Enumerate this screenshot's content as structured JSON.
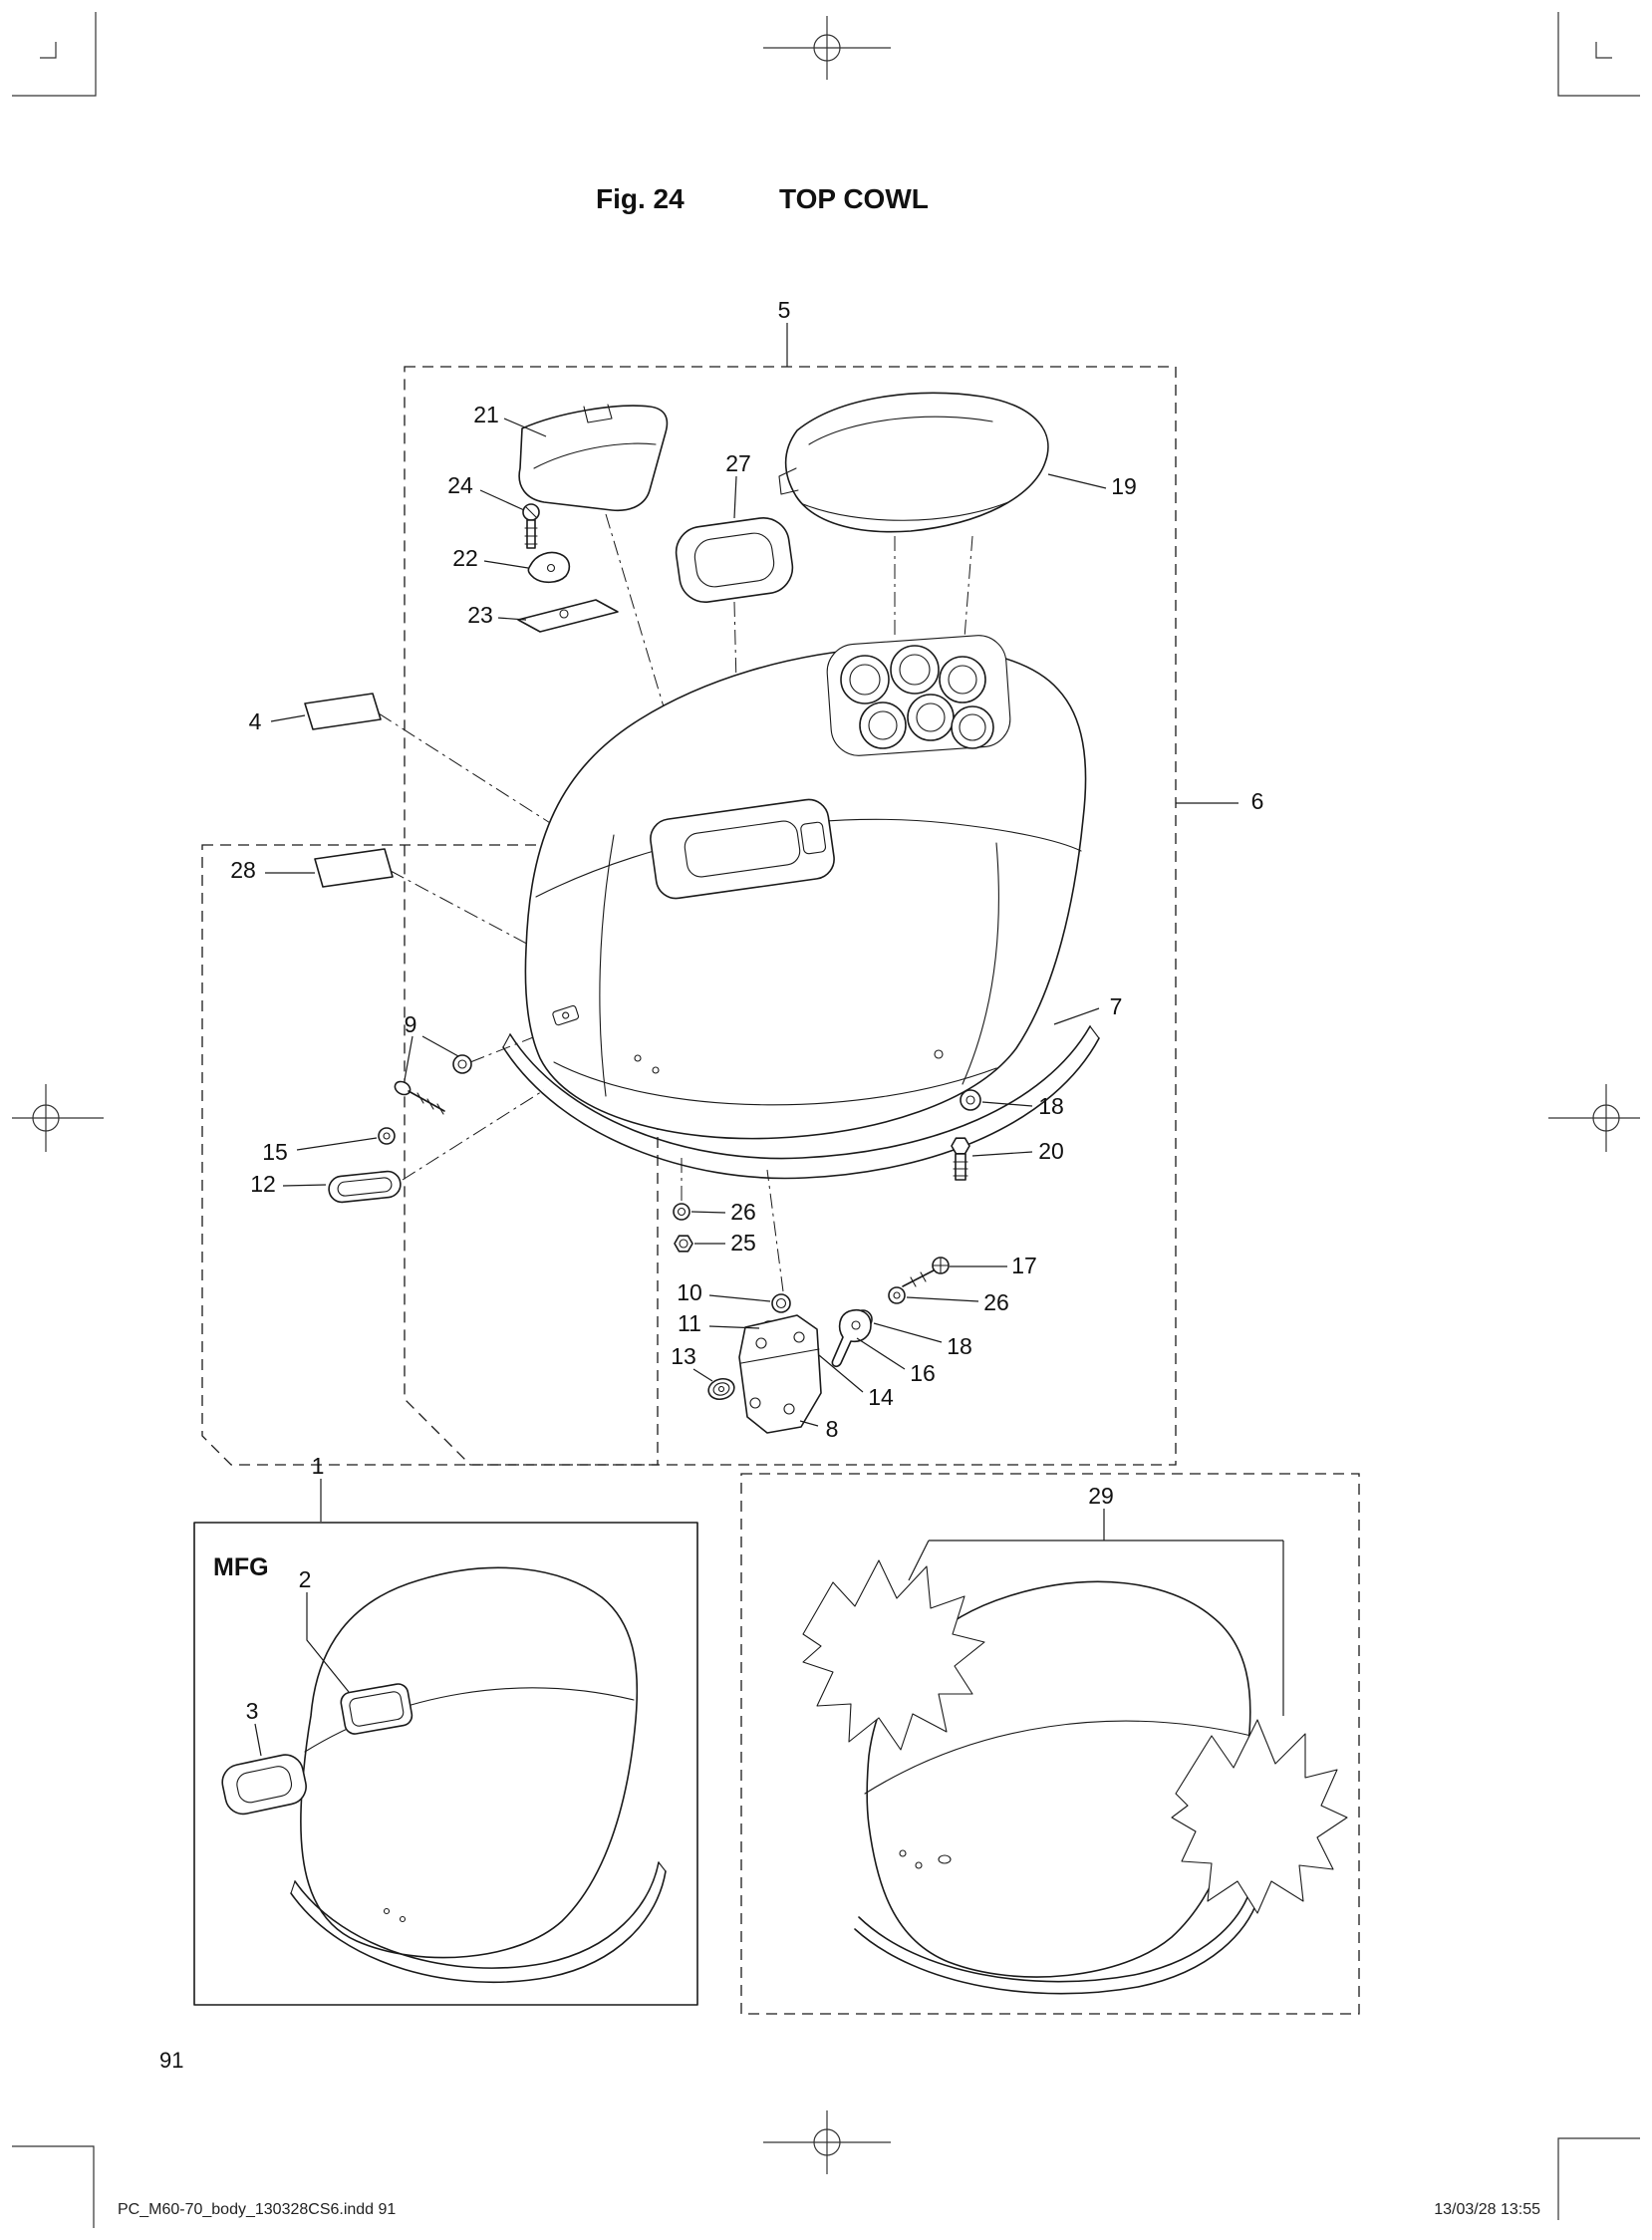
{
  "page": {
    "figure_label": "Fig. 24",
    "figure_title": "TOP COWL",
    "page_number": "91",
    "footer_left": "PC_M60-70_body_130328CS6.indd   91",
    "footer_right": "13/03/28   13:55",
    "inset_label": "MFG"
  },
  "colors": {
    "ink": "#1a1a1a",
    "paper": "#ffffff"
  },
  "callouts": [
    {
      "id": "5",
      "label": "5"
    },
    {
      "id": "21",
      "label": "21"
    },
    {
      "id": "24",
      "label": "24"
    },
    {
      "id": "27",
      "label": "27"
    },
    {
      "id": "19",
      "label": "19"
    },
    {
      "id": "22",
      "label": "22"
    },
    {
      "id": "23",
      "label": "23"
    },
    {
      "id": "4",
      "label": "4"
    },
    {
      "id": "28",
      "label": "28"
    },
    {
      "id": "6",
      "label": "6"
    },
    {
      "id": "9",
      "label": "9"
    },
    {
      "id": "7",
      "label": "7"
    },
    {
      "id": "18a",
      "label": "18"
    },
    {
      "id": "20",
      "label": "20"
    },
    {
      "id": "15",
      "label": "15"
    },
    {
      "id": "12",
      "label": "12"
    },
    {
      "id": "26a",
      "label": "26"
    },
    {
      "id": "25",
      "label": "25"
    },
    {
      "id": "17",
      "label": "17"
    },
    {
      "id": "10",
      "label": "10"
    },
    {
      "id": "26b",
      "label": "26"
    },
    {
      "id": "11",
      "label": "11"
    },
    {
      "id": "18b",
      "label": "18"
    },
    {
      "id": "13",
      "label": "13"
    },
    {
      "id": "16",
      "label": "16"
    },
    {
      "id": "14",
      "label": "14"
    },
    {
      "id": "8",
      "label": "8"
    },
    {
      "id": "1",
      "label": "1"
    },
    {
      "id": "29",
      "label": "29"
    },
    {
      "id": "2",
      "label": "2"
    },
    {
      "id": "3",
      "label": "3"
    }
  ]
}
